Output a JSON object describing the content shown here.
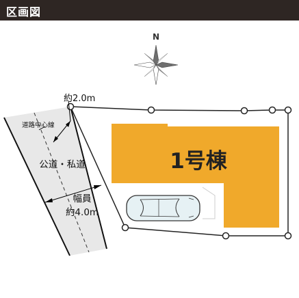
{
  "header": {
    "title": "区画図"
  },
  "compass": {
    "north_label": "N"
  },
  "building": {
    "label": "1号棟",
    "fill_color": "#f0a92b"
  },
  "road": {
    "type_label": "公道・私道",
    "centerline_label": "道路中心線",
    "setback_label": "約2.0m",
    "width_label_line1": "幅員",
    "width_label_line2": "約4.0m",
    "fill_color": "#e8e8e8"
  },
  "colors": {
    "header_bg": "#2e2623",
    "lot_line": "#222222"
  }
}
